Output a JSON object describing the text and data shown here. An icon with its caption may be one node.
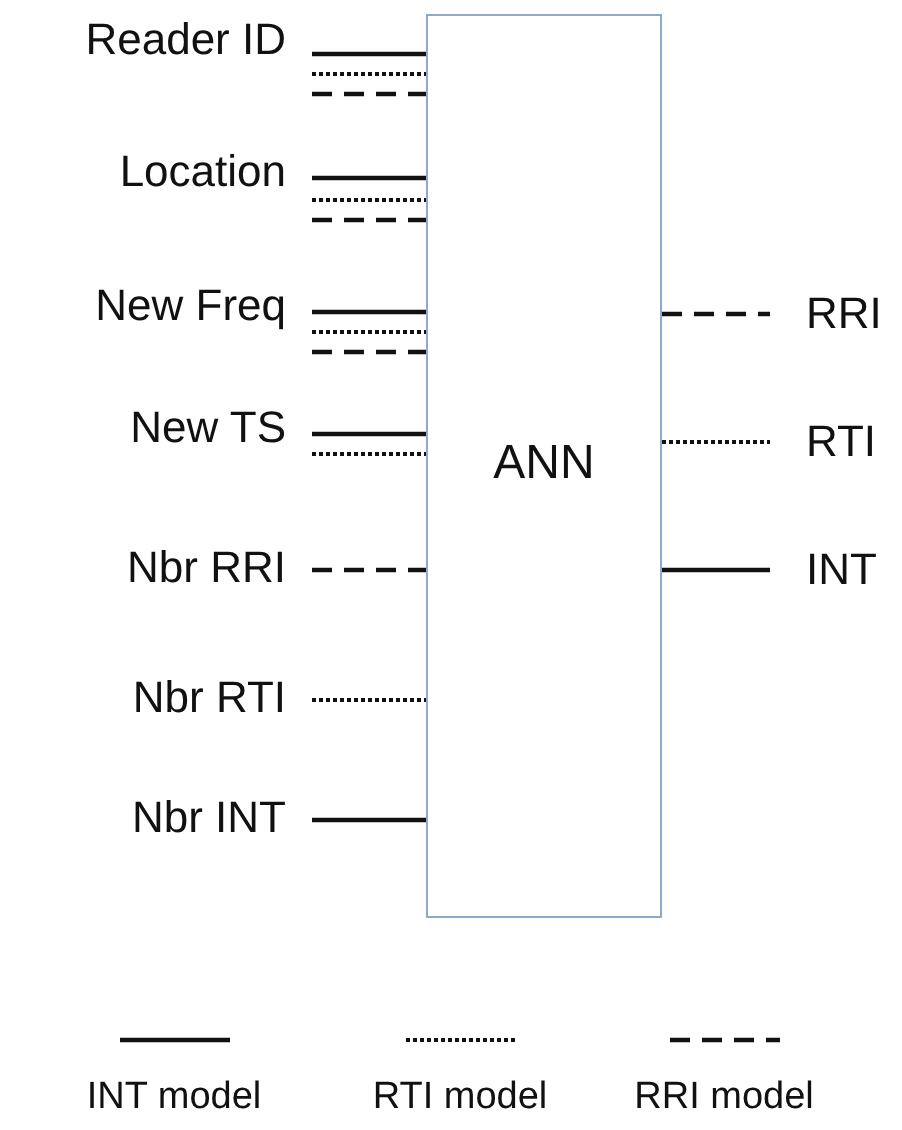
{
  "diagram": {
    "nodes": [
      {
        "text": [
          "Reader ID"
        ]
      },
      {
        "text": [
          "Location"
        ]
      },
      {
        "text": [
          "New Freq"
        ]
      },
      {
        "text": [
          "New TS"
        ]
      },
      {
        "text": [
          "Nbr RRI"
        ]
      },
      {
        "text": [
          "Nbr RTI"
        ]
      },
      {
        "text": [
          "Nbr INT"
        ]
      },
      {
        "text": [
          "ANN"
        ]
      },
      {
        "text": [
          "RRI"
        ]
      },
      {
        "text": [
          "RTI"
        ]
      },
      {
        "text": [
          "INT"
        ]
      }
    ],
    "edges": [
      {
        "from": 0,
        "to": 7,
        "arrow": "none"
      },
      {
        "from": 0,
        "to": 7,
        "arrow": "none",
        "style": "dashed"
      },
      {
        "from": 0,
        "to": 7,
        "arrow": "none",
        "style": "dashed"
      },
      {
        "from": 1,
        "to": 7,
        "arrow": "none"
      },
      {
        "from": 1,
        "to": 7,
        "arrow": "none",
        "style": "dashed"
      },
      {
        "from": 1,
        "to": 7,
        "arrow": "none",
        "style": "dashed"
      },
      {
        "from": 2,
        "to": 7,
        "arrow": "none"
      },
      {
        "from": 2,
        "to": 7,
        "arrow": "none",
        "style": "dashed"
      },
      {
        "from": 2,
        "to": 7,
        "arrow": "none",
        "style": "dashed"
      },
      {
        "from": 3,
        "to": 7,
        "arrow": "none"
      },
      {
        "from": 3,
        "to": 7,
        "arrow": "none",
        "style": "dashed"
      },
      {
        "from": 4,
        "to": 7,
        "arrow": "none",
        "style": "dashed"
      },
      {
        "from": 5,
        "to": 7,
        "arrow": "none",
        "style": "dashed"
      },
      {
        "from": 6,
        "to": 7,
        "arrow": "none"
      },
      {
        "from": 7,
        "to": 8,
        "arrow": "none",
        "style": "dashed"
      },
      {
        "from": 7,
        "to": 9,
        "arrow": "none",
        "style": "dashed"
      },
      {
        "from": 7,
        "to": 10,
        "arrow": "none"
      }
    ],
    "legend": [
      {
        "text": "INT model"
      },
      {
        "text": "RTI model"
      },
      {
        "text": "RRI model"
      }
    ]
  }
}
